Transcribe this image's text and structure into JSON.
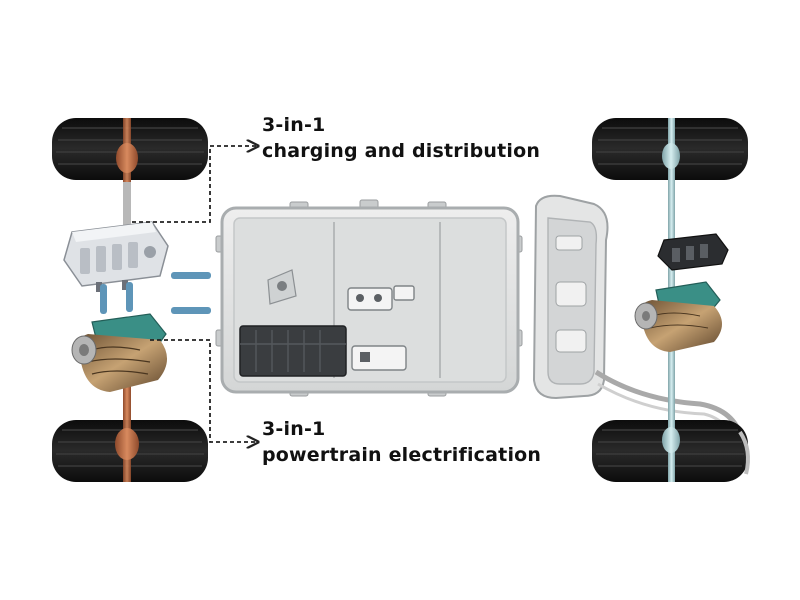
{
  "callouts": {
    "charging": {
      "line1": "3-in-1",
      "line2": "charging and distribution"
    },
    "powertrain": {
      "line1": "3-in-1",
      "line2": "powertrain electrification"
    }
  },
  "colors": {
    "tire": "#161616",
    "tire_tread": "#2e2e2e",
    "copper_shaft": "#c2704a",
    "steel_shaft": "#a9c8cc",
    "battery_shell": "#e2e3e3",
    "battery_frame": "#bfc2c4",
    "teal_cover": "#3a8f86",
    "motor_gold": "#a27f55",
    "coolant_blue": "#5e95b8",
    "leader_line": "#222222"
  },
  "icons": [
    "tire-icon",
    "drive-shaft-icon",
    "charging-unit-icon",
    "motor-unit-icon",
    "battery-pack-icon",
    "cabin-frame-icon",
    "arrow-icon"
  ]
}
